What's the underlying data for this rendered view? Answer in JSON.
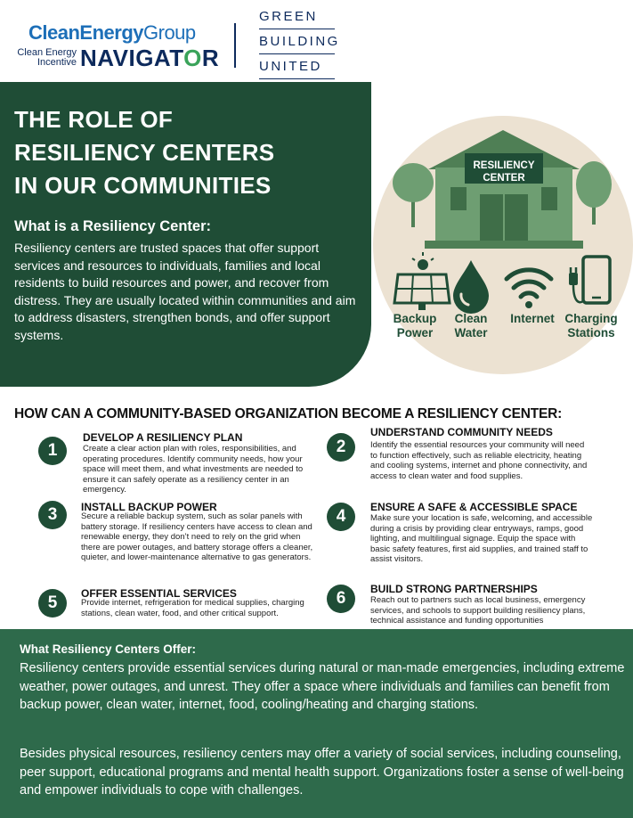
{
  "header": {
    "ceg_title_1": "CleanEnergy",
    "ceg_title_2": "Group",
    "ceg_sub_1": "Clean Energy",
    "ceg_sub_2": "Incentive",
    "ceg_nav_1": "NAVIGAT",
    "ceg_nav_2": "O",
    "ceg_nav_3": "R",
    "gbu_1": "GREEN",
    "gbu_2": "BUILDING",
    "gbu_3": "UNITED"
  },
  "hero": {
    "title_1": "THE ROLE OF",
    "title_2": "RESILIENCY CENTERS",
    "title_3": "IN OUR COMMUNITIES",
    "subtitle": "What is a Resiliency Center:",
    "body": "Resiliency centers are trusted spaces that offer support services and resources to individuals, families and local residents to build resources and power, and recover from distress. They are usually located within communities and aim to address disasters, strengthen bonds, and offer support systems."
  },
  "illustration": {
    "sign_1": "RESILIENCY",
    "sign_2": "CENTER",
    "items": [
      {
        "line1": "Backup",
        "line2": "Power",
        "icon": "solar-panel-icon"
      },
      {
        "line1": "Clean",
        "line2": "Water",
        "icon": "water-drop-icon"
      },
      {
        "line1": "Internet",
        "line2": "",
        "icon": "wifi-icon"
      },
      {
        "line1": "Charging",
        "line2": "Stations",
        "icon": "phone-charging-icon"
      }
    ]
  },
  "steps_heading": "HOW CAN A COMMUNITY-BASED ORGANIZATION BECOME A RESILIENCY CENTER:",
  "steps": [
    {
      "num": "1",
      "title": "DEVELOP A RESILIENCY PLAN",
      "body": "Create a clear action plan with roles, responsibilities, and operating procedures. Identify community needs, how your space will meet them, and what investments are needed to ensure it can safely operate as a resiliency center in an emergency."
    },
    {
      "num": "2",
      "title": "UNDERSTAND COMMUNITY NEEDS",
      "body": "Identify the essential resources your community will need to function effectively, such as reliable electricity, heating and cooling systems, internet and phone connectivity, and access to clean water and food supplies."
    },
    {
      "num": "3",
      "title": "INSTALL BACKUP POWER",
      "body": "Secure a reliable backup system, such as solar panels with battery storage. If resiliency centers have access to clean and renewable energy, they don’t need to rely on the grid when there are power outages, and battery storage offers a cleaner, quieter, and lower-maintenance alternative to gas generators."
    },
    {
      "num": "4",
      "title": "ENSURE A SAFE & ACCESSIBLE SPACE",
      "body": "Make sure your location is safe, welcoming, and accessible during a crisis by providing clear entryways, ramps, good lighting, and multilingual signage. Equip the space with basic safety features, first aid supplies, and trained staff to assist visitors."
    },
    {
      "num": "5",
      "title": "OFFER ESSENTIAL SERVICES",
      "body": "Provide internet, refrigeration for medical supplies, charging stations, clean water, food, and other critical support."
    },
    {
      "num": "6",
      "title": "BUILD STRONG PARTNERSHIPS",
      "body": "Reach out to partners such as local business, emergency services, and schools to support building resiliency plans, technical assistance and funding opportunities"
    }
  ],
  "offer": {
    "heading": "What Resiliency Centers Offer:",
    "p1": "Resiliency centers provide essential services during natural or man-made emergencies, including extreme weather, power outages, and unrest. They offer a space where individuals and families can benefit from backup power, clean water, internet, food, cooling/heating and charging stations.",
    "p2": "Besides physical resources, resiliency centers may offer a variety of social services, including counseling, peer support, educational programs and mental health support. Organizations foster a sense of well-being and empower individuals to cope with challenges."
  },
  "colors": {
    "dark_green": "#1f4d36",
    "mid_green": "#2e6a4b",
    "illus_green": "#6e9e72",
    "illus_bg": "#ece2d2",
    "navy": "#0d2a5c",
    "brand_blue": "#1d6fb8"
  }
}
